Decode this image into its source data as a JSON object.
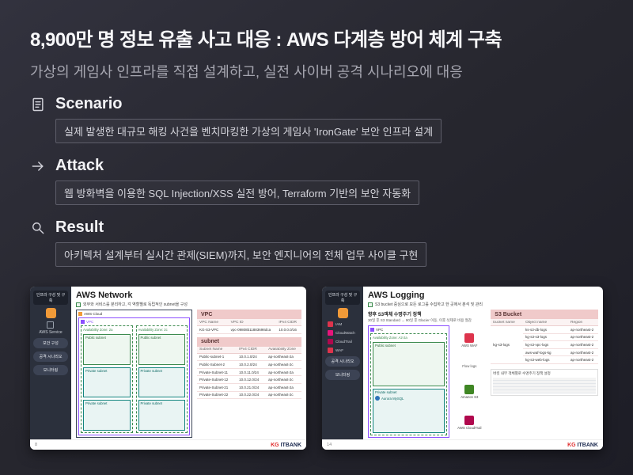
{
  "slide": {
    "title": "8,900만 명 정보 유출 사고 대응 : AWS 다계층 방어 체계 구축",
    "subtitle": "가상의 게임사 인프라를 직접 설계하고, 실전 사이버 공격 시나리오에 대응",
    "sections": [
      {
        "icon": "document-icon",
        "label": "Scenario",
        "desc": "실제 발생한 대규모 해킹 사건을 벤치마킹한 가상의 게임사 'IronGate' 보안 인프라 설계"
      },
      {
        "icon": "arrow-right-icon",
        "label": "Attack",
        "desc": "웹 방화벽을 이용한 SQL Injection/XSS 실전 방어, Terraform 기반의 보안 자동화"
      },
      {
        "icon": "magnifier-icon",
        "label": "Result",
        "desc": "아키텍처 설계부터 실시간 관제(SIEM)까지, 보안 엔지니어의 전체 업무 사이클 구현"
      }
    ]
  },
  "network_slide": {
    "sidebar": {
      "header": "인프라 구성 및 구축",
      "service": "AWS Service",
      "items": [
        "보안 구성",
        "공격 시나리오",
        "모니터링"
      ]
    },
    "title": "AWS Network",
    "note": "외부와 서비스를 분리하고, 각 역할별로 독립적인 subnet을 구성",
    "diagram": {
      "cloud": "AWS Cloud",
      "vpc": "VPC",
      "az1": "Availability Zone: 2a",
      "az2": "Availability Zone: 2c",
      "public": "Public subnet",
      "private": "Private subnet"
    },
    "vpc_table": {
      "band": "VPC",
      "headers": [
        "VPC Name",
        "VPC ID",
        "IPv4 CIDR"
      ],
      "row": [
        "KG-S3-VPC",
        "vpc-09808b11883698dca",
        "10.0.0.0/16"
      ]
    },
    "subnet_table": {
      "band": "subnet",
      "headers": [
        "Subnet Name",
        "IPv4 CIDR",
        "Availability Zone"
      ],
      "rows": [
        [
          "Public-subnet-1",
          "10.0.1.0/24",
          "ap-northeast-2a"
        ],
        [
          "Public-Subnet-2",
          "10.0.2.0/24",
          "ap-northeast-2c"
        ],
        [
          "Private-Subnet-11",
          "10.0.11.0/24",
          "ap-northeast-2a"
        ],
        [
          "Private-Subnet-12",
          "10.0.12.0/24",
          "ap-northeast-2c"
        ],
        [
          "Private-Subnet-21",
          "10.0.21.0/24",
          "ap-northeast-2a"
        ],
        [
          "Private-Subnet-22",
          "10.0.22.0/24",
          "ap-northeast-2c"
        ]
      ]
    },
    "page": "8",
    "logo_kg": "KG",
    "logo_itbank": "ITBANK"
  },
  "logging_slide": {
    "sidebar": {
      "header": "인프라 구성 및 구축",
      "items": [
        "IAM",
        "CloudWatch",
        "CloudTrail",
        "WAF"
      ],
      "navs": [
        "공격 시나리오",
        "모니터링"
      ]
    },
    "title": "AWS Logging",
    "note": "S3 bucket 중심으로 모든 로그를 수집하고 한 곳에서 분석 및 관리",
    "policy_title": "향후 S3객체 수명주기 정책",
    "policy_note": "30일 후 S3 Standard → 90일 후 Glacier 이동, 이후 삭제로 비용 절감",
    "diagram": {
      "vpc": "VPC",
      "az": "Availability Zone: A2-2a",
      "public": "Public subnet",
      "private": "Private subnet",
      "db": "Aurora MySQL",
      "flow": "Flow logs",
      "waf": "AWS WAF",
      "s3": "Amazon S3",
      "trail": "AWS CloudTrail"
    },
    "s3_table": {
      "band": "S3 Bucket",
      "headers": [
        "bucket name",
        "Object name",
        "Region"
      ],
      "bucket": "kg-s3-logs",
      "rows": [
        [
          "ks-s3-db-logs",
          "ap-northeast-2"
        ],
        [
          "kg-s3-s3-logs",
          "ap-northeast-2"
        ],
        [
          "kg-s3-vpc-logs",
          "ap-northeast-2"
        ],
        [
          "aws-waf-logs-kg",
          "ap-northeast-2"
        ],
        [
          "kg-s3-web-logs",
          "ap-northeast-2"
        ]
      ]
    },
    "lifecycle_note": "버킷 내부 객체별로 수명주기 정책 설정",
    "page": "14",
    "logo_kg": "KG",
    "logo_itbank": "ITBANK"
  }
}
